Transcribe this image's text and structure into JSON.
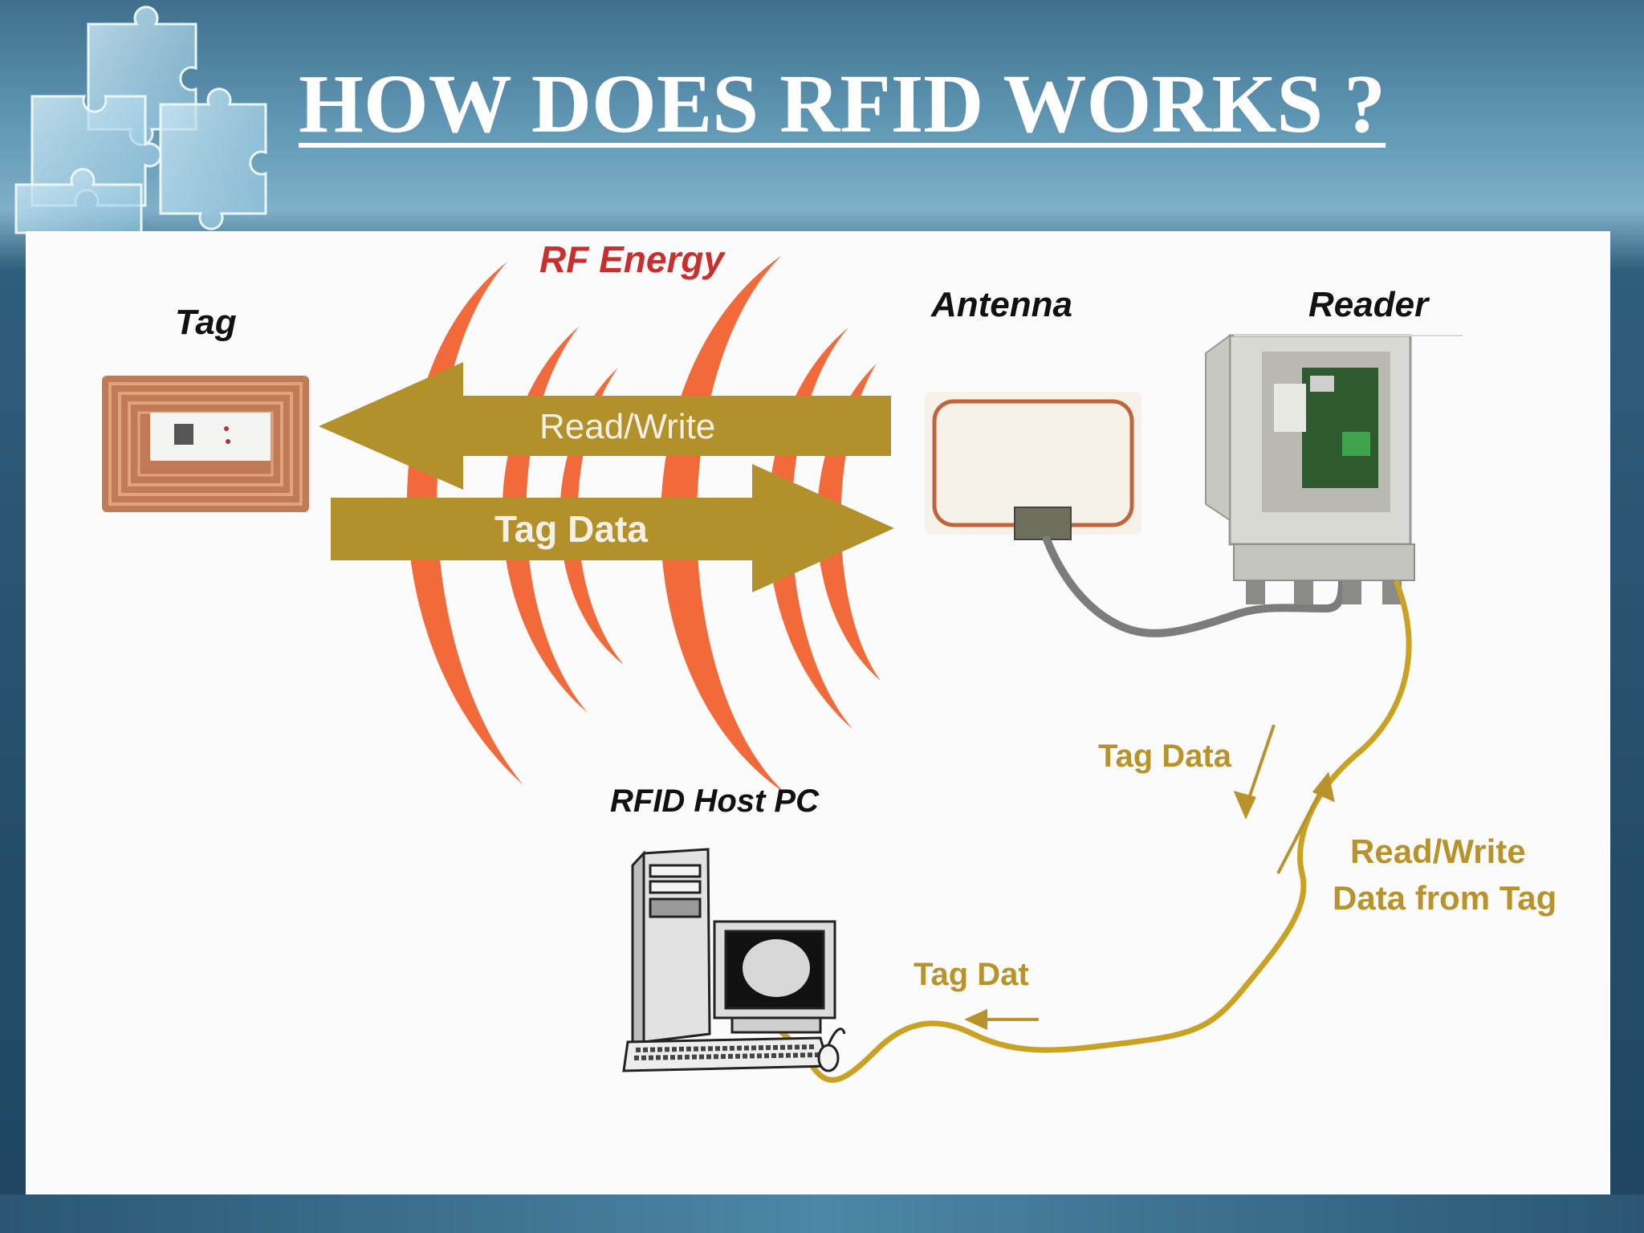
{
  "slide": {
    "title": "HOW DOES RFID WORKS ?"
  },
  "diagram": {
    "rf_energy_label": "RF Energy",
    "tag_label": "Tag",
    "antenna_label": "Antenna",
    "reader_label": "Reader",
    "host_label": "RFID Host PC",
    "arrow_read_write": "Read/Write",
    "arrow_tag_data": "Tag Data",
    "cable_tag_data_upper": "Tag Data",
    "cable_read_write_line1": "Read/Write",
    "cable_read_write_line2": "Data from Tag",
    "cable_tag_data_lower": "Tag Dat",
    "colors": {
      "rf_waves": "#f26a3a",
      "arrows": "#b2902a",
      "cable": "#c9a224",
      "rf_label": "#c8302f",
      "labels_gold": "#b8922a"
    }
  }
}
